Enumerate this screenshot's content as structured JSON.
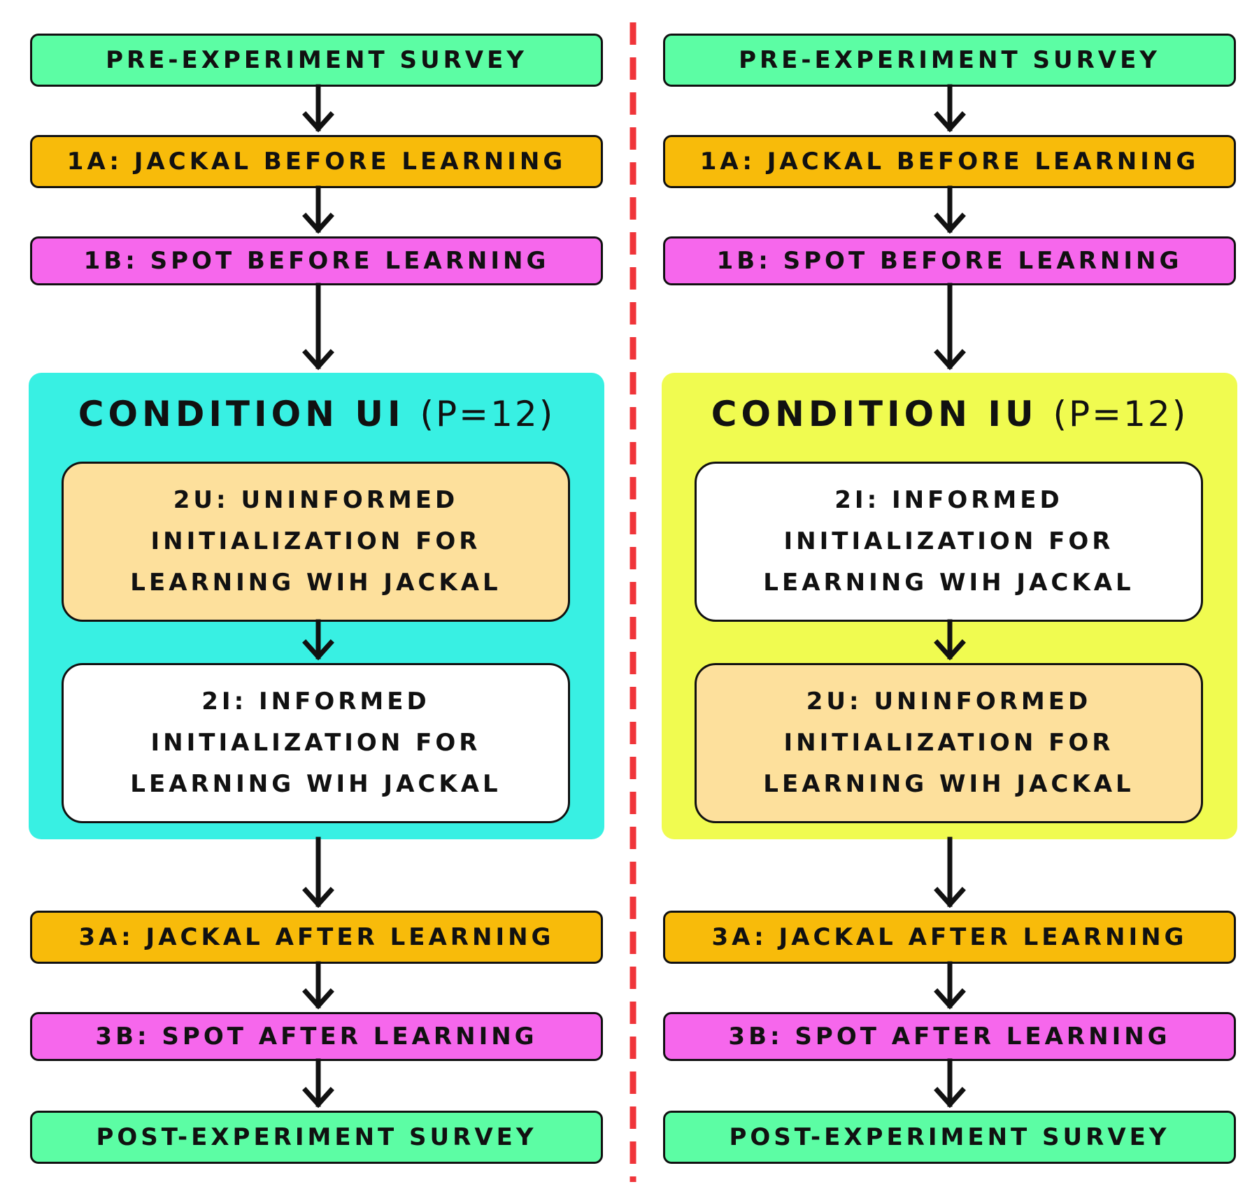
{
  "left": {
    "pre_survey": "PRE-EXPERIMENT SURVEY",
    "step_1a": "1A: JACKAL BEFORE LEARNING",
    "step_1b": "1B: SPOT BEFORE LEARNING",
    "condition_name": "CONDITION UI",
    "condition_count": "(P=12)",
    "first_inner": "2U: UNINFORMED\nINITIALIZATION FOR\nLEARNING WIH JACKAL",
    "second_inner": "2I: INFORMED\nINITIALIZATION FOR\nLEARNING WIH JACKAL",
    "step_3a": "3A: JACKAL AFTER LEARNING",
    "step_3b": "3B: SPOT AFTER LEARNING",
    "post_survey": "POST-EXPERIMENT SURVEY"
  },
  "right": {
    "pre_survey": "PRE-EXPERIMENT SURVEY",
    "step_1a": "1A: JACKAL BEFORE LEARNING",
    "step_1b": "1B: SPOT BEFORE LEARNING",
    "condition_name": "CONDITION IU",
    "condition_count": "(P=12)",
    "first_inner": "2I: INFORMED\nINITIALIZATION FOR\nLEARNING WIH JACKAL",
    "second_inner": "2U: UNINFORMED\nINITIALIZATION FOR\nLEARNING WIH JACKAL",
    "step_3a": "3A: JACKAL AFTER LEARNING",
    "step_3b": "3B: SPOT AFTER LEARNING",
    "post_survey": "POST-EXPERIMENT SURVEY"
  },
  "colors": {
    "survey": "#5cfda4",
    "jackal": "#f8bb0a",
    "spot": "#f667ec",
    "uninformed": "#fde09c",
    "informed": "#ffffff",
    "condition_ui": "#38f0e3",
    "condition_iu": "#f0fb50",
    "divider": "#f0353a"
  }
}
